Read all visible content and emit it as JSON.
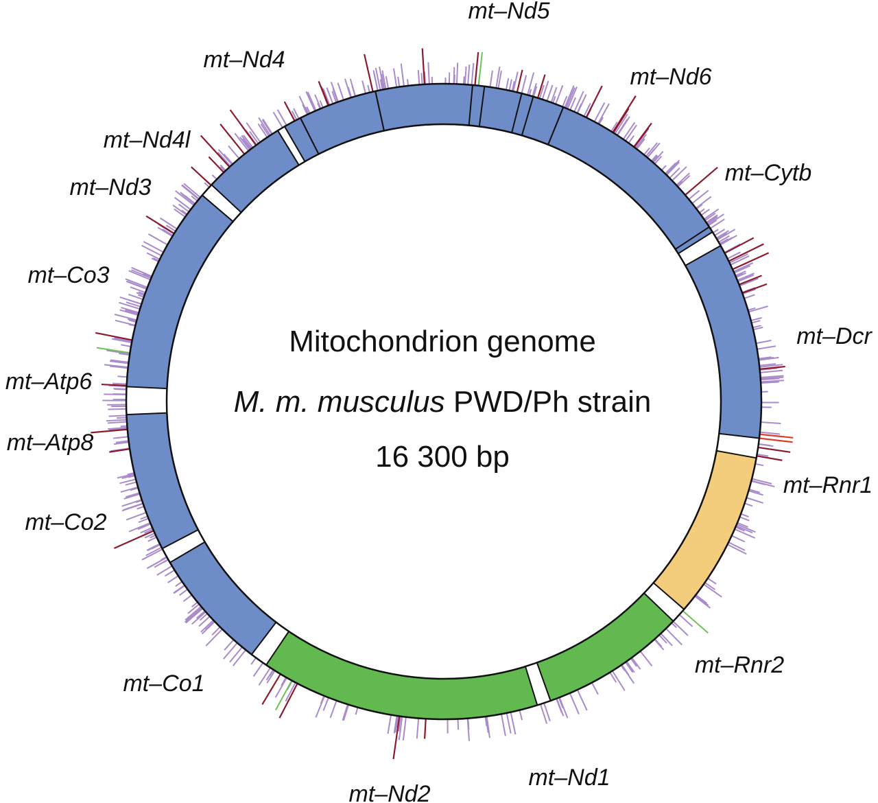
{
  "title": {
    "line1": "Mitochondrion genome",
    "line2_italic": "M. m. musculus",
    "line2_rest": " PWD/Ph strain",
    "line3": "16 300 bp"
  },
  "genome_length_bp": 16300,
  "colors": {
    "protein_coding": "#6e8cc7",
    "control_region": "#f3cc7c",
    "rrna": "#62b94f",
    "ring_outline": "#111111",
    "snp_minor": "#a98bcc",
    "snp_major": "#8b1a2e",
    "snp_green": "#6cc253",
    "snp_red": "#e03a2a"
  },
  "genes": [
    {
      "name": "mt–Nd5",
      "type": "protein_coding",
      "start_frac": 0.7175,
      "end_frac": 0.842
    },
    {
      "name": "mt–Nd6",
      "type": "protein_coding",
      "start_frac": 0.844,
      "end_frac": 0.891
    },
    {
      "name": "mt–Cytb",
      "type": "protein_coding",
      "start_frac": 0.899,
      "end_frac": 0.999
    },
    {
      "name": "mt–Dcr",
      "type": "control_region",
      "start_frac": 0.009,
      "end_frac": 0.094
    },
    {
      "name": "mt–Rnr1",
      "type": "rrna",
      "start_frac": 0.102,
      "end_frac": 0.176
    },
    {
      "name": "mt–Rnr2",
      "type": "rrna",
      "start_frac": 0.183,
      "end_frac": 0.325
    },
    {
      "name": "mt–Nd1",
      "type": "protein_coding",
      "start_frac": 0.334,
      "end_frac": 0.396
    },
    {
      "name": "mt–Nd2",
      "type": "protein_coding",
      "start_frac": 0.404,
      "end_frac": 0.474
    },
    {
      "name": "mt–Co1",
      "type": "protein_coding",
      "start_frac": 0.488,
      "end_frac": 0.593
    },
    {
      "name": "mt–Co2",
      "type": "protein_coding",
      "start_frac": 0.6,
      "end_frac": 0.643
    },
    {
      "name": "mt–Atp8",
      "type": "protein_coding",
      "start_frac": 0.647,
      "end_frac": 0.656
    },
    {
      "name": "mt–Atp6",
      "type": "protein_coding",
      "start_frac": 0.656,
      "end_frac": 0.696
    },
    {
      "name": "mt–Co3",
      "type": "protein_coding",
      "start_frac": 0.696,
      "end_frac": 0.745
    },
    {
      "name": "mt–Nd3",
      "type": "protein_coding",
      "start_frac": 0.751,
      "end_frac": 0.77
    },
    {
      "name": "mt–Nd4l",
      "type": "protein_coding",
      "start_frac": 0.776,
      "end_frac": 0.792
    },
    {
      "name": "mt–Nd4",
      "type": "protein_coding",
      "start_frac": 0.792,
      "end_frac": 0.888
    }
  ]
}
